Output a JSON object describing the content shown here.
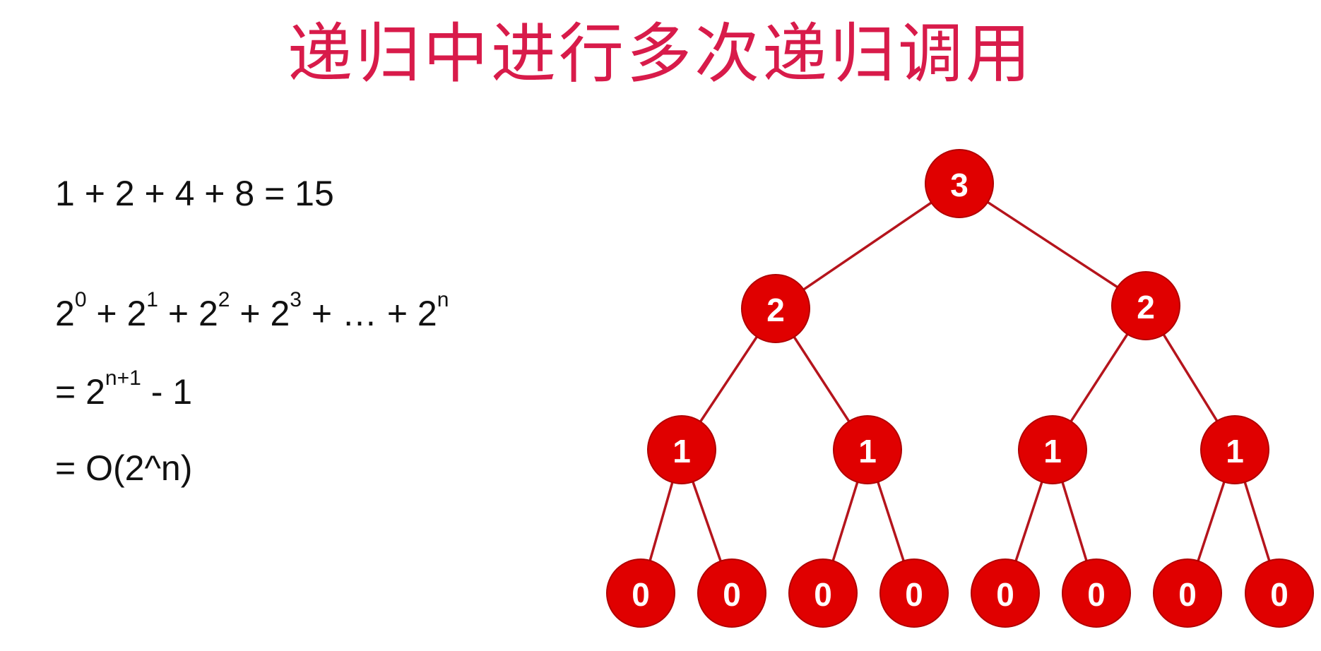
{
  "title": "递归中进行多次递归调用",
  "formulas": {
    "line1": "1 + 2 + 4 + 8 = 15",
    "line2": {
      "terms": [
        {
          "base": "2",
          "exp": "0"
        },
        {
          "base": "2",
          "exp": "1"
        },
        {
          "base": "2",
          "exp": "2"
        },
        {
          "base": "2",
          "exp": "3"
        },
        {
          "base": "…",
          "exp": ""
        },
        {
          "base": "2",
          "exp": "n"
        }
      ],
      "t0b": "2",
      "t0e": "0",
      "t1b": "2",
      "t1e": "1",
      "t2b": "2",
      "t2e": "2",
      "t3b": "2",
      "t3e": "3",
      "ellipsis": "…",
      "tnb": "2",
      "tne": "n",
      "plus": " + "
    },
    "line3": {
      "prefix": "= 2",
      "exp": "n+1",
      "suffix": " - 1"
    },
    "line4": "= O(2^n)"
  },
  "tree": {
    "colors": {
      "node_fill": "#e00000",
      "edge": "#b5141c",
      "label": "#ffffff",
      "title": "#d81b4a"
    },
    "nodes": [
      {
        "id": "n0",
        "label": "3",
        "level": 0
      },
      {
        "id": "n1",
        "label": "2",
        "level": 1
      },
      {
        "id": "n2",
        "label": "2",
        "level": 1
      },
      {
        "id": "n3",
        "label": "1",
        "level": 2
      },
      {
        "id": "n4",
        "label": "1",
        "level": 2
      },
      {
        "id": "n5",
        "label": "1",
        "level": 2
      },
      {
        "id": "n6",
        "label": "1",
        "level": 2
      },
      {
        "id": "n7",
        "label": "0",
        "level": 3
      },
      {
        "id": "n8",
        "label": "0",
        "level": 3
      },
      {
        "id": "n9",
        "label": "0",
        "level": 3
      },
      {
        "id": "n10",
        "label": "0",
        "level": 3
      },
      {
        "id": "n11",
        "label": "0",
        "level": 3
      },
      {
        "id": "n12",
        "label": "0",
        "level": 3
      },
      {
        "id": "n13",
        "label": "0",
        "level": 3
      },
      {
        "id": "n14",
        "label": "0",
        "level": 3
      }
    ]
  }
}
